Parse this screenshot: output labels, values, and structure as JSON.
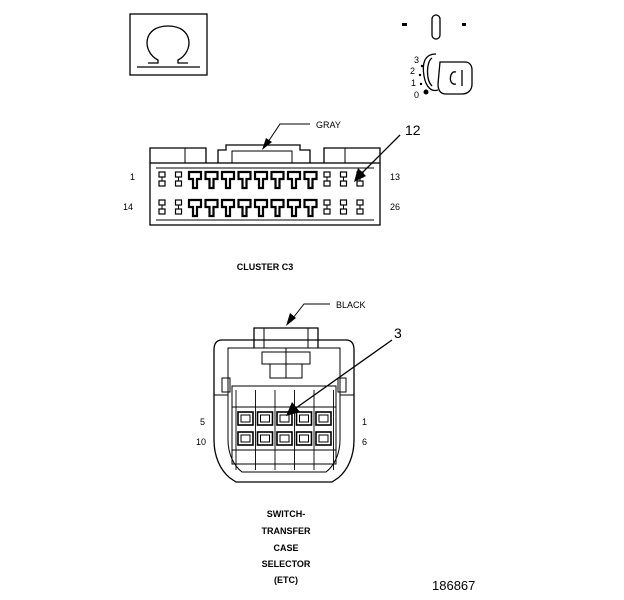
{
  "ignition_symbol": {
    "icon": "omega-symbol-icon",
    "positions": [
      "3",
      "2",
      "1",
      "0"
    ]
  },
  "cluster_connector": {
    "color_label": "GRAY",
    "callout": "12",
    "pin_left_top": "1",
    "pin_left_bottom": "14",
    "pin_right_top": "13",
    "pin_right_bottom": "26",
    "title": "CLUSTER C3"
  },
  "switch_connector": {
    "color_label": "BLACK",
    "callout": "3",
    "pin_left_top": "5",
    "pin_left_bottom": "10",
    "pin_right_top": "1",
    "pin_right_bottom": "6",
    "title_lines": [
      "SWITCH-",
      "TRANSFER",
      "CASE",
      "SELECTOR",
      "(ETC)"
    ]
  },
  "figure_number": "186867"
}
